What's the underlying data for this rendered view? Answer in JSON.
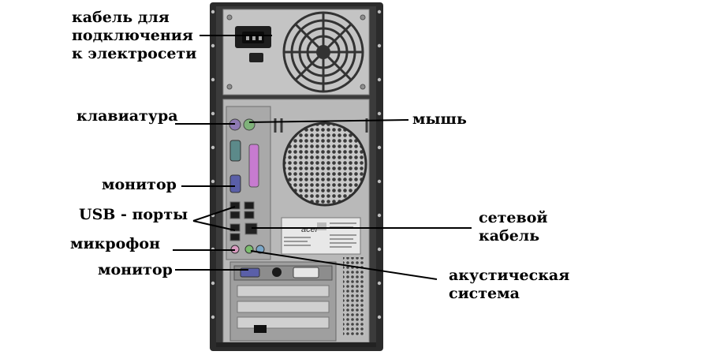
{
  "labels": {
    "power_cable": [
      "кабель для",
      "подключения",
      "к электросети"
    ],
    "keyboard": "клавиатура",
    "mouse": "мышь",
    "monitor_top": "монитор",
    "usb": "USB - порты",
    "network": [
      "сетевой",
      "кабель"
    ],
    "microphone": "микрофон",
    "monitor_bottom": "монитор",
    "speakers": [
      "акустическая",
      "система"
    ]
  },
  "case_logo": "acer",
  "colors": {
    "case_frame": "#2b2b2b",
    "panel": "#b9b9b9",
    "mouse_port": "#7fb27a",
    "keyboard_port": "#8e79b3",
    "parallel_port": "#c77bd0",
    "serial_port": "#5c8a8a",
    "vga_port": "#5a5fa8",
    "audio_green": "#7bbd6e",
    "audio_pink": "#d99bc0",
    "audio_blue": "#7aa7c9"
  }
}
